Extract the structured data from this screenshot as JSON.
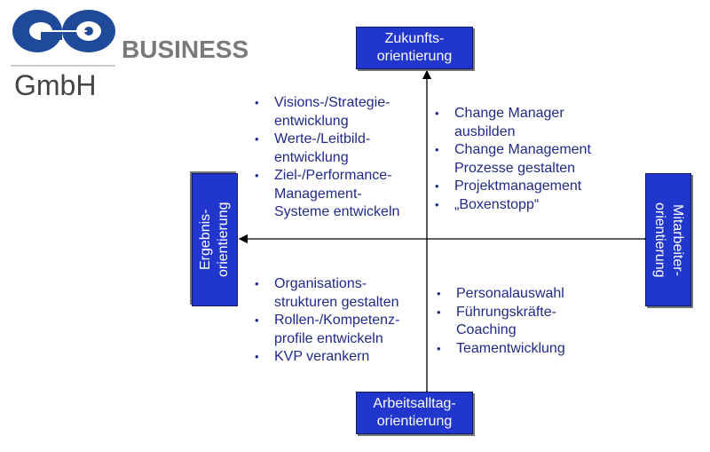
{
  "logo": {
    "mark": "GO",
    "business": "BUSINESS",
    "gmbh": "GmbH"
  },
  "axes": {
    "top": "Zukunfts-\norientierung",
    "bottom": "Arbeitsalltag-\norientierung",
    "left": "Ergebnis-\norientierung",
    "right": "Mitarbeiter-\norientierung"
  },
  "quadrants": {
    "top_left": [
      "Visions-/Strategie-\nentwicklung",
      "Werte-/Leitbild-\nentwicklung",
      "Ziel-/Performance-\nManagement-\nSysteme entwickeln"
    ],
    "top_right": [
      "Change Manager\nausbilden",
      "Change Management\nProzesse gestalten",
      "Projektmanagement",
      "„Boxenstopp“"
    ],
    "bottom_left": [
      "Organisations-\nstrukturen gestalten",
      "Rollen-/Kompetenz-\nprofile entwickeln",
      "KVP verankern"
    ],
    "bottom_right": [
      "Personalauswahl",
      "Führungskräfte-\nCoaching",
      "Teamentwicklung"
    ]
  },
  "colors": {
    "box": "#2036cc",
    "text": "#1f2a8a"
  }
}
